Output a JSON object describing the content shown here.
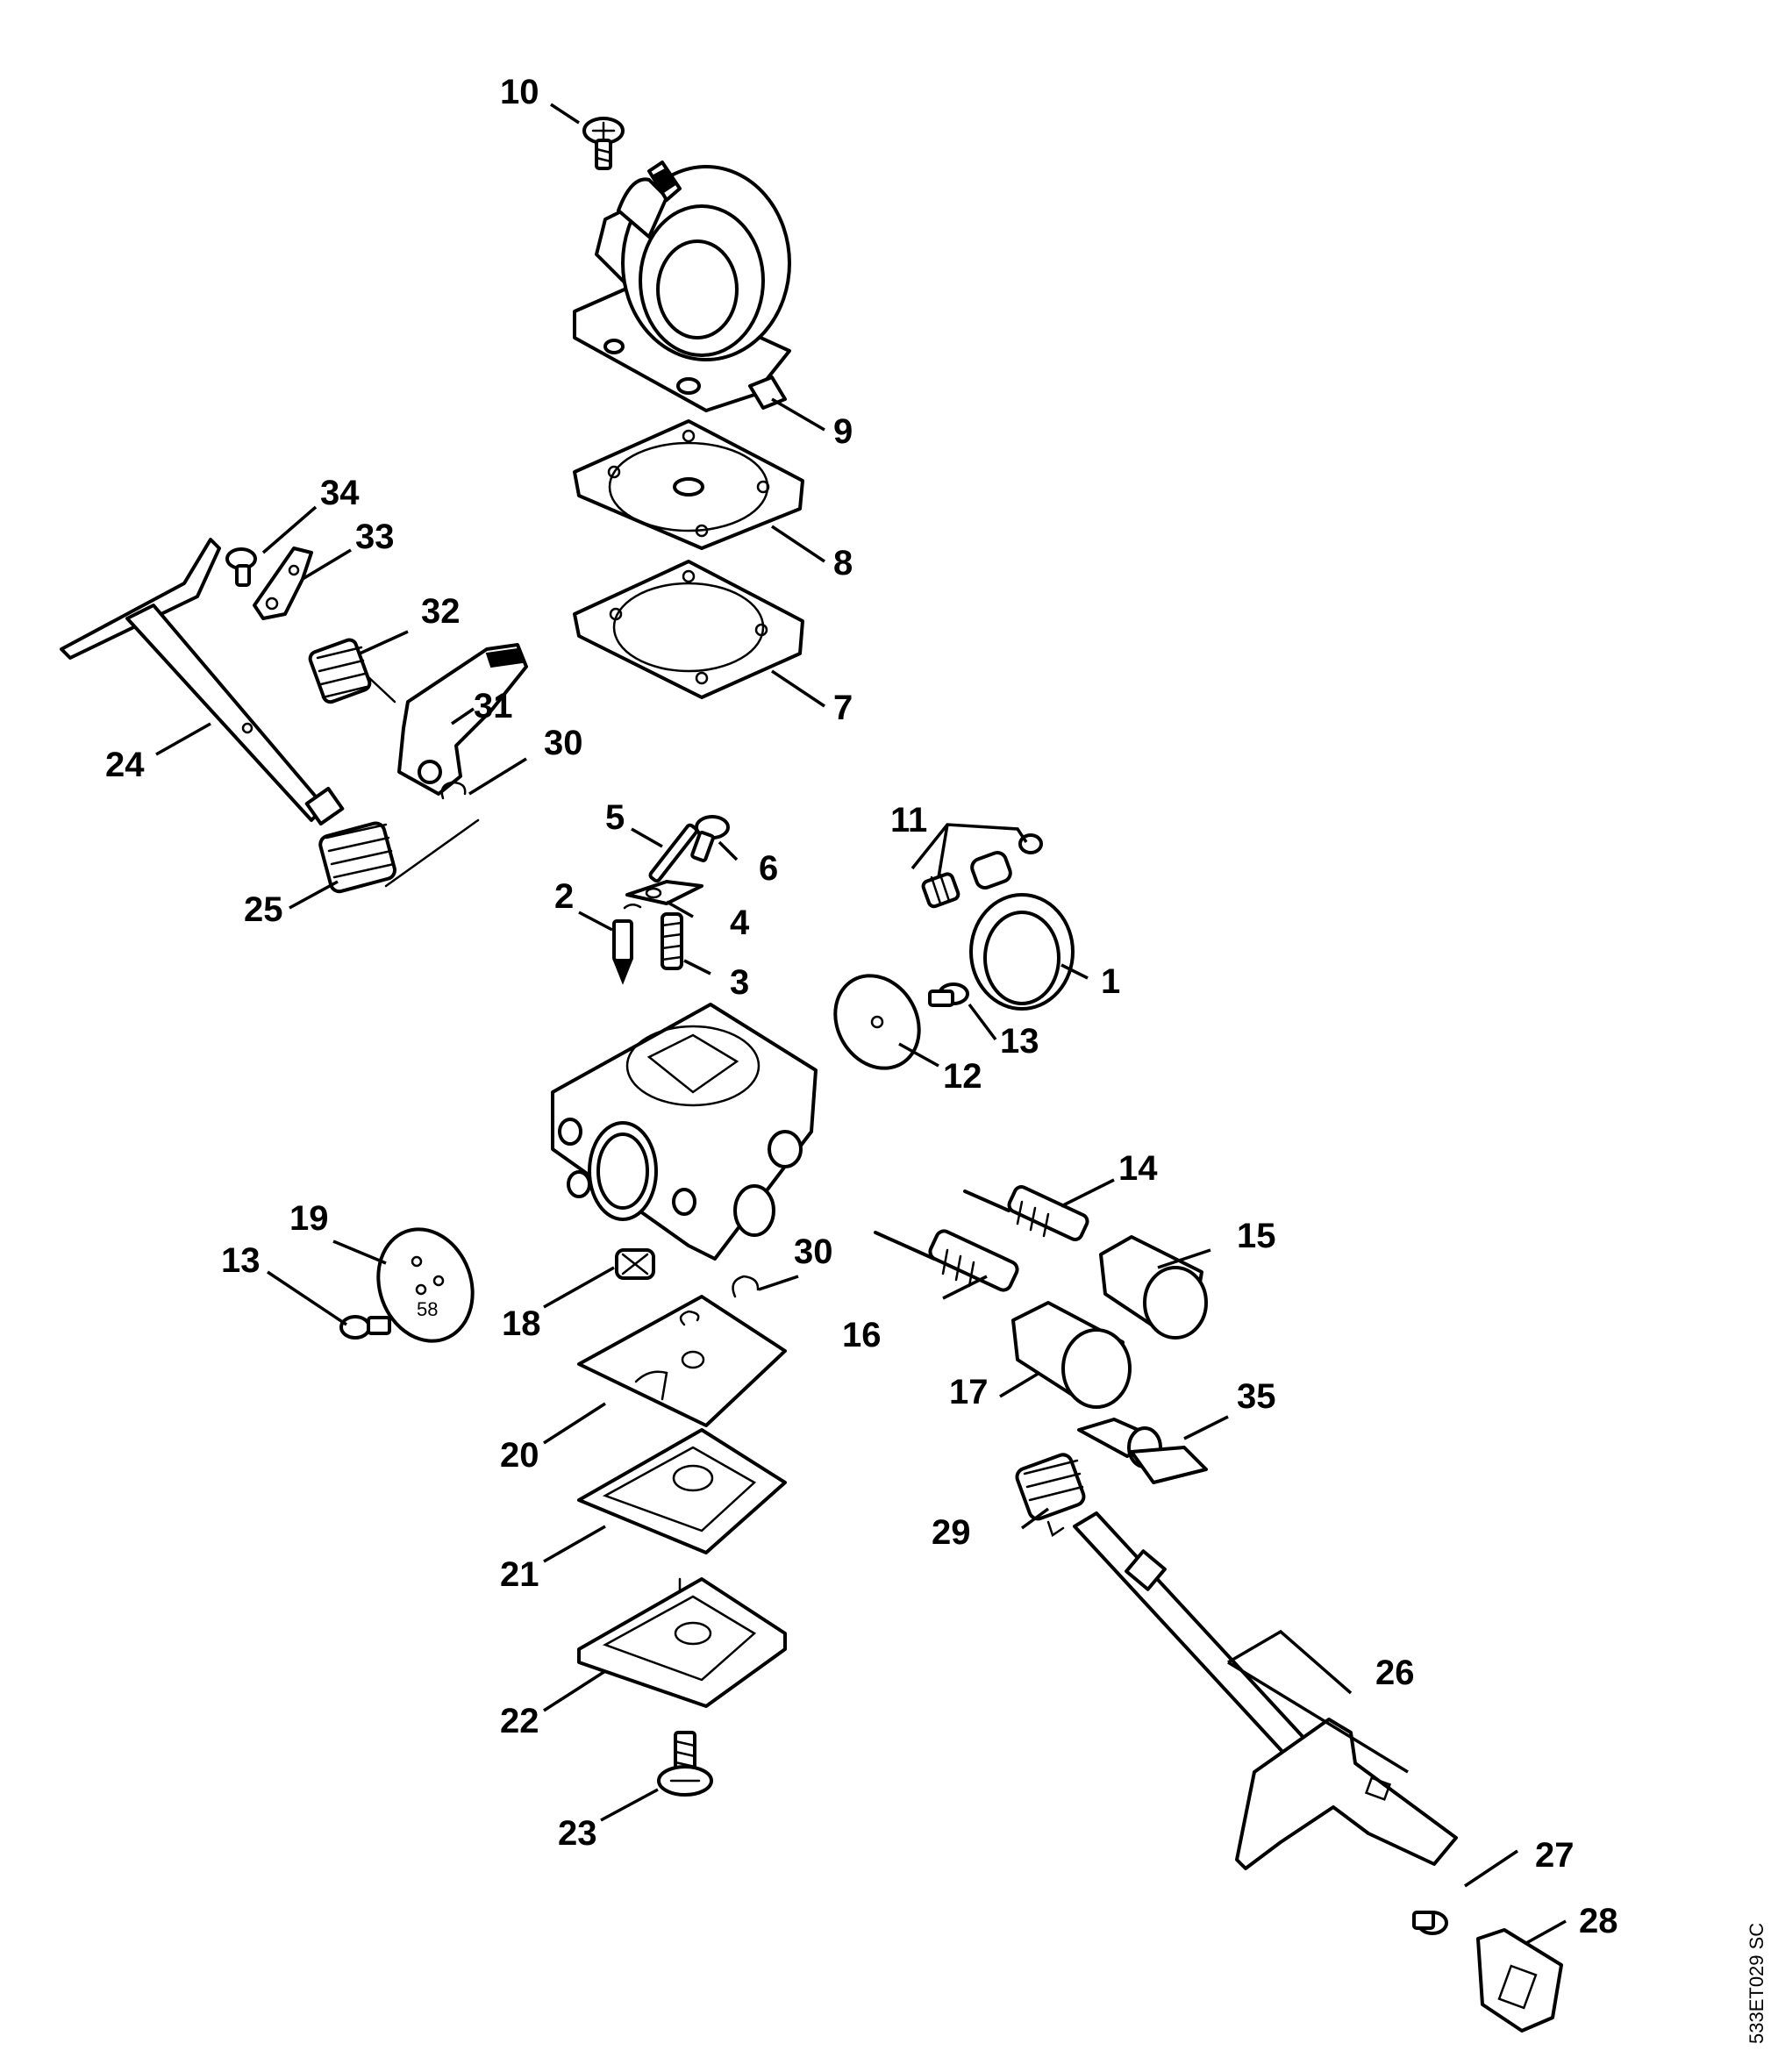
{
  "callouts": {
    "c1": "1",
    "c2": "2",
    "c3": "3",
    "c4": "4",
    "c5": "5",
    "c6": "6",
    "c7": "7",
    "c8": "8",
    "c9": "9",
    "c10": "10",
    "c11": "11",
    "c12": "12",
    "c13a": "13",
    "c13b": "13",
    "c14": "14",
    "c15": "15",
    "c16": "16",
    "c17": "17",
    "c18": "18",
    "c19": "19",
    "c20": "20",
    "c21": "21",
    "c22": "22",
    "c23": "23",
    "c24": "24",
    "c25": "25",
    "c26": "26",
    "c27": "27",
    "c28": "28",
    "c29": "29",
    "c30a": "30",
    "c30b": "30",
    "c31": "31",
    "c32": "32",
    "c33": "33",
    "c34": "34",
    "c35": "35"
  },
  "part_marking": "58",
  "drawing_ref": "533ET029 SC"
}
